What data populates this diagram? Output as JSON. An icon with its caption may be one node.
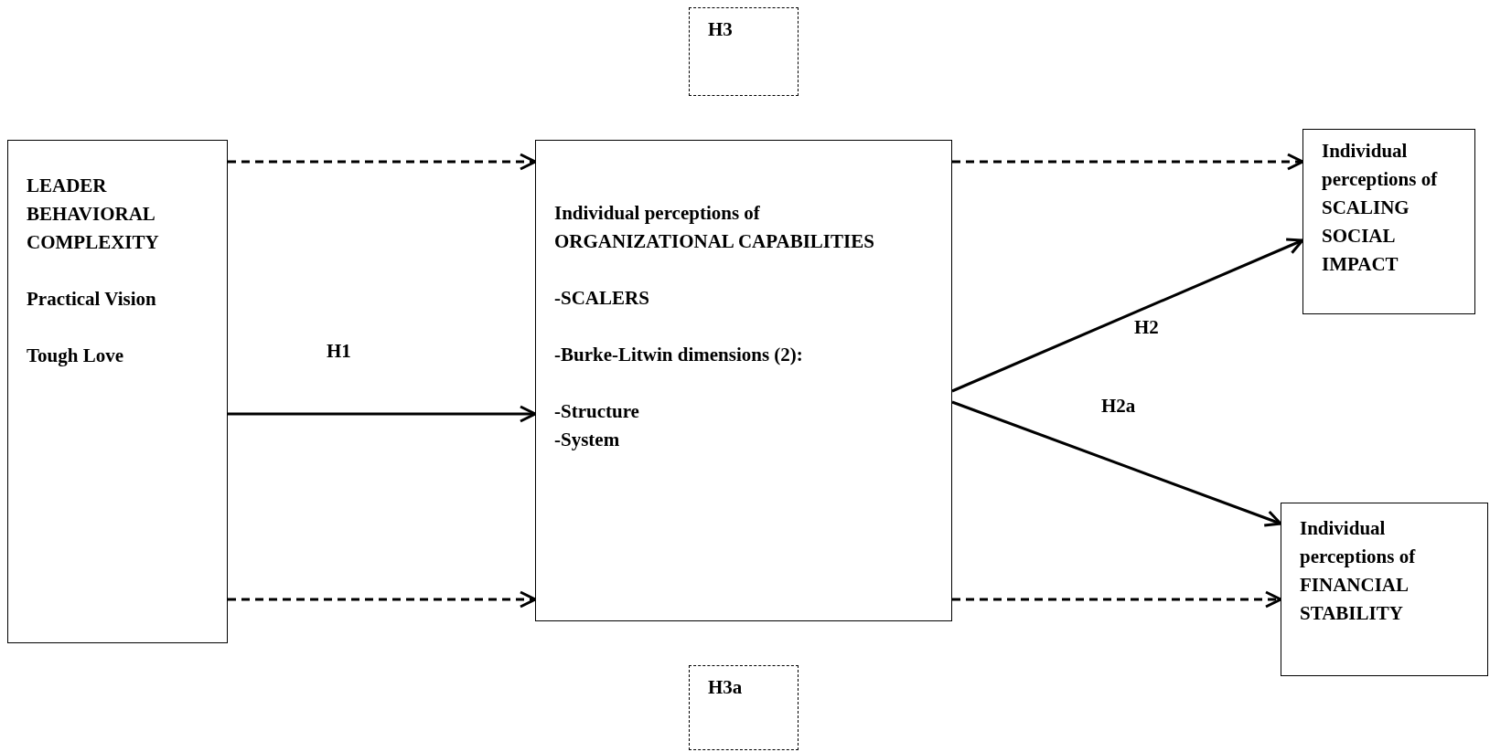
{
  "diagram": {
    "nodes": [
      {
        "text": [
          "H3"
        ]
      },
      {
        "text": [
          "LEADER BEHAVIORAL COMPLEXITY",
          "Practical Vision",
          "Tough Love"
        ]
      },
      {
        "text": [
          "Individual perceptions of ORGANIZATIONAL CAPABILITIES",
          "-SCALERS",
          "-Burke-Litwin dimensions (2):",
          "-Structure",
          "-System"
        ]
      },
      {
        "text": [
          "Individual perceptions of SCALING SOCIAL IMPACT"
        ]
      },
      {
        "text": [
          "Individual perceptions of FINANCIAL STABILITY"
        ]
      },
      {
        "text": [
          "H3a"
        ]
      }
    ],
    "edges": [
      {
        "from": 1,
        "to": 2,
        "arrow": "to",
        "style": "dashed"
      },
      {
        "from": 1,
        "to": 2,
        "arrow": "to",
        "label": "H1"
      },
      {
        "from": 1,
        "to": 2,
        "arrow": "to",
        "style": "dashed"
      },
      {
        "from": 2,
        "to": 3,
        "arrow": "to",
        "style": "dashed"
      },
      {
        "from": 2,
        "to": 3,
        "arrow": "to",
        "label": "H2"
      },
      {
        "from": 2,
        "to": 4,
        "arrow": "to",
        "label": "H2a"
      },
      {
        "from": 2,
        "to": 4,
        "arrow": "to",
        "style": "dashed"
      }
    ]
  }
}
